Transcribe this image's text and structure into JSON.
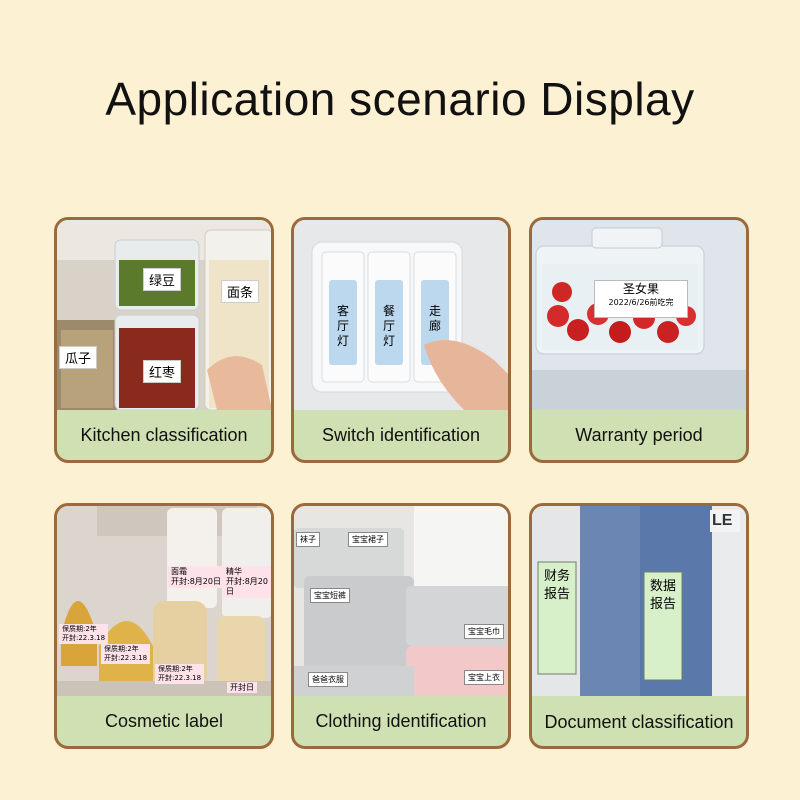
{
  "title": "Application scenario Display",
  "cards": [
    {
      "caption": "Kitchen classification",
      "labels": [
        "绿豆",
        "面条",
        "瓜子",
        "红枣"
      ]
    },
    {
      "caption": "Switch identification",
      "labels": [
        "客厅灯",
        "餐厅灯",
        "走廊"
      ]
    },
    {
      "caption": "Warranty period",
      "labels": [
        "圣女果",
        "2022/6/26前吃完"
      ]
    },
    {
      "caption": "Cosmetic label",
      "labels": [
        "面霜",
        "开封:8月20日",
        "精华",
        "开封:8月20日",
        "保质期:2年",
        "开封:22.3.18",
        "保质期:2年",
        "开封:22.3.18",
        "保质期:2年",
        "开封:22.3.18",
        "开封日"
      ]
    },
    {
      "caption": "Clothing identification",
      "labels": [
        "袜子",
        "宝宝裙子",
        "宝宝短裤",
        "宝宝毛巾",
        "爸爸衣服",
        "宝宝上衣"
      ]
    },
    {
      "caption": "Document classification",
      "labels": [
        "财务报告",
        "数据报告",
        "LE"
      ]
    }
  ]
}
